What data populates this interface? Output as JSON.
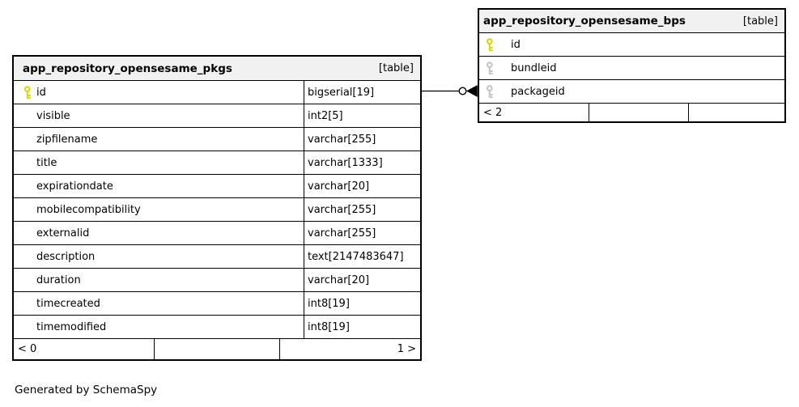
{
  "caption": "Generated by SchemaSpy",
  "colors": {
    "primary_key": "#d9d900",
    "foreign_key": "#c4c4c4",
    "header_bg": "#f1f1f1",
    "border": "#000000"
  },
  "relationship": {
    "from_table": "app_repository_opensesame_pkgs",
    "from_column": "id",
    "to_table": "app_repository_opensesame_bps",
    "to_column": "packageid",
    "to_end_style": "zero-or-many"
  },
  "tables": [
    {
      "name": "app_repository_opensesame_pkgs",
      "badge": "[table]",
      "columns": [
        {
          "name": "id",
          "type": "bigserial[19]",
          "key": "primary"
        },
        {
          "name": "visible",
          "type": "int2[5]",
          "key": ""
        },
        {
          "name": "zipfilename",
          "type": "varchar[255]",
          "key": ""
        },
        {
          "name": "title",
          "type": "varchar[1333]",
          "key": ""
        },
        {
          "name": "expirationdate",
          "type": "varchar[20]",
          "key": ""
        },
        {
          "name": "mobilecompatibility",
          "type": "varchar[255]",
          "key": ""
        },
        {
          "name": "externalid",
          "type": "varchar[255]",
          "key": ""
        },
        {
          "name": "description",
          "type": "text[2147483647]",
          "key": ""
        },
        {
          "name": "duration",
          "type": "varchar[20]",
          "key": ""
        },
        {
          "name": "timecreated",
          "type": "int8[19]",
          "key": ""
        },
        {
          "name": "timemodified",
          "type": "int8[19]",
          "key": ""
        }
      ],
      "footer": [
        "< 0",
        "",
        "1 >"
      ]
    },
    {
      "name": "app_repository_opensesame_bps",
      "badge": "[table]",
      "columns": [
        {
          "name": "id",
          "key": "primary"
        },
        {
          "name": "bundleid",
          "key": "foreign"
        },
        {
          "name": "packageid",
          "key": "foreign"
        }
      ],
      "footer": [
        "< 2",
        "",
        ""
      ]
    }
  ]
}
